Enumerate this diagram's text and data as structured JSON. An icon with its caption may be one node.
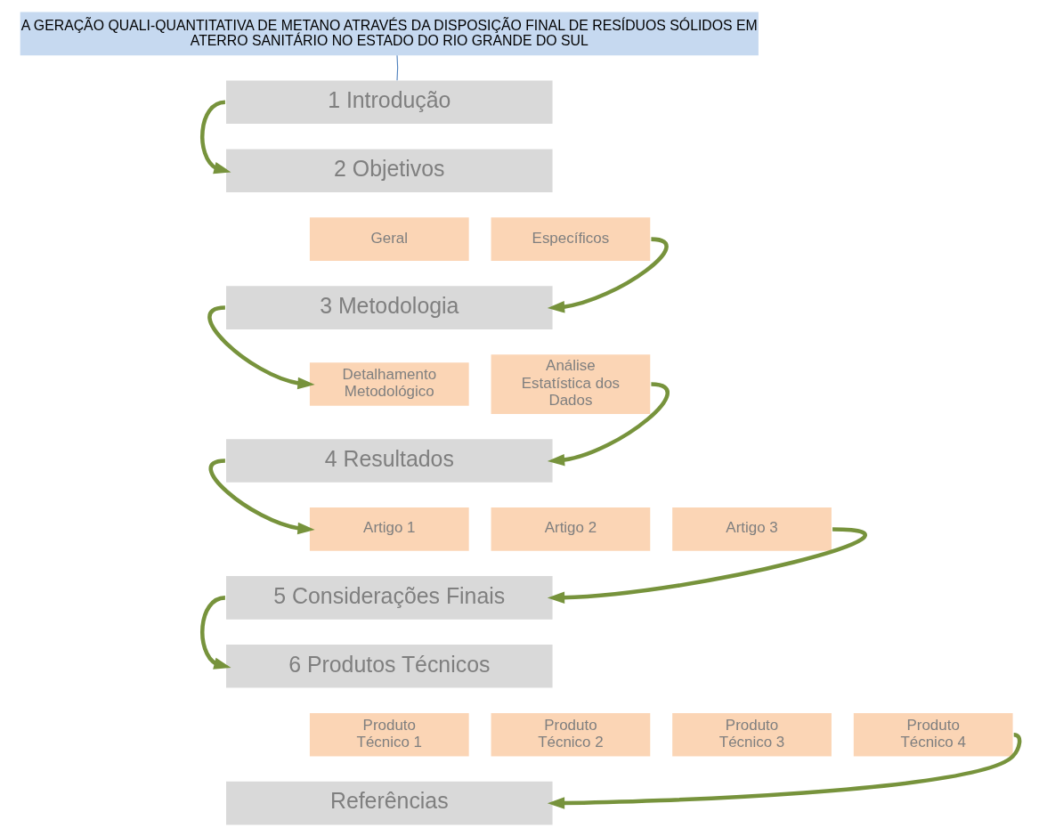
{
  "diagram": {
    "nodes": [
      {
        "text": [
          "A GERAÇÃO QUALI-QUANTITATIVA DE METANO ATRAVÉS DA DISPOSIÇÃO FINAL DE RESÍDUOS SÓLIDOS EM ATERRO SANITÁRIO NO ESTADO DO RIO GRANDE DO SUL"
        ]
      },
      {
        "text": [
          "1 Introdução"
        ]
      },
      {
        "text": [
          "2 Objetivos"
        ]
      },
      {
        "text": [
          "Geral"
        ]
      },
      {
        "text": [
          "Específicos"
        ]
      },
      {
        "text": [
          "3 Metodologia"
        ]
      },
      {
        "text": [
          "Detalhamento Metodológico"
        ]
      },
      {
        "text": [
          "Análise Estatística dos Dados"
        ]
      },
      {
        "text": [
          "4 Resultados"
        ]
      },
      {
        "text": [
          "Artigo 1"
        ]
      },
      {
        "text": [
          "Artigo 2"
        ]
      },
      {
        "text": [
          "Artigo 3"
        ]
      },
      {
        "text": [
          "5 Considerações Finais"
        ]
      },
      {
        "text": [
          "6 Produtos Técnicos"
        ]
      },
      {
        "text": [
          "Produto Técnico 1"
        ]
      },
      {
        "text": [
          "Produto Técnico 2"
        ]
      },
      {
        "text": [
          "Produto Técnico 3"
        ]
      },
      {
        "text": [
          "Produto Técnico 4"
        ]
      },
      {
        "text": [
          "Referências"
        ]
      }
    ],
    "edges": [
      {
        "from": 0,
        "to": 1,
        "arrow": "none",
        "color": "#4f81bd"
      },
      {
        "from": 1,
        "to": 2,
        "arrow": "to"
      },
      {
        "from": 4,
        "to": 5,
        "arrow": "to"
      },
      {
        "from": 5,
        "to": 6,
        "arrow": "to"
      },
      {
        "from": 7,
        "to": 8,
        "arrow": "to"
      },
      {
        "from": 8,
        "to": 9,
        "arrow": "to"
      },
      {
        "from": 11,
        "to": 12,
        "arrow": "to"
      },
      {
        "from": 12,
        "to": 13,
        "arrow": "to"
      },
      {
        "from": 17,
        "to": 18,
        "arrow": "to"
      }
    ]
  }
}
